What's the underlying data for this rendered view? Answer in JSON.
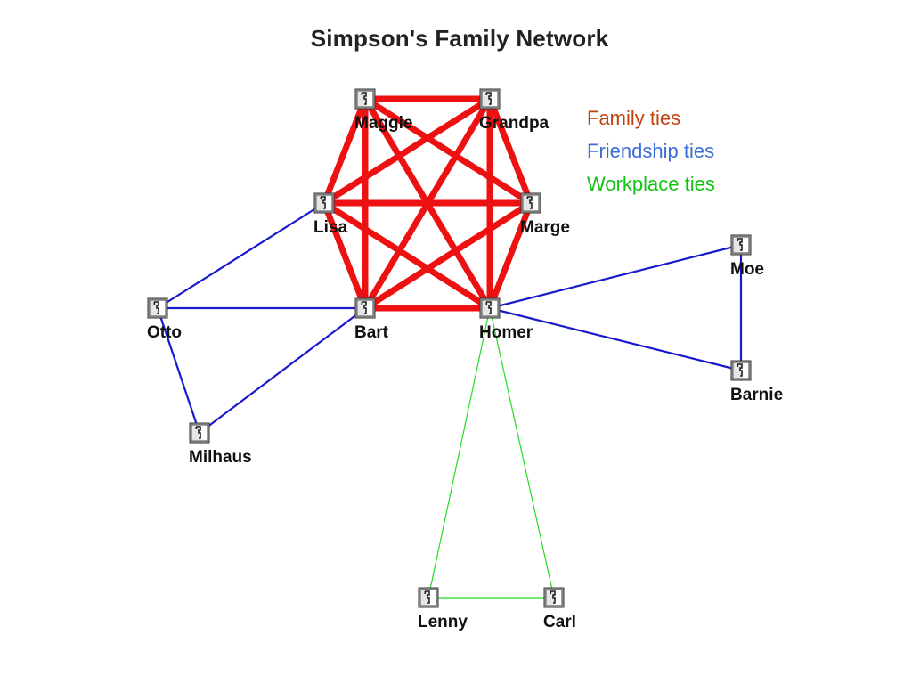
{
  "title": "Simpson's Family Network",
  "legend": [
    {
      "id": "family",
      "label": "Family ties",
      "color": "#c2410c"
    },
    {
      "id": "friend",
      "label": "Friendship ties",
      "color": "#3b6fd8"
    },
    {
      "id": "work",
      "label": "Workplace ties",
      "color": "#14c414"
    }
  ],
  "tie_colors": {
    "family": "#ee1111",
    "friend": "#1a1acc",
    "work": "#22dd22"
  },
  "nodes": [
    {
      "id": "maggie",
      "label": "Maggie"
    },
    {
      "id": "grandpa",
      "label": "Grandpa"
    },
    {
      "id": "lisa",
      "label": "Lisa"
    },
    {
      "id": "marge",
      "label": "Marge"
    },
    {
      "id": "otto",
      "label": "Otto"
    },
    {
      "id": "bart",
      "label": "Bart"
    },
    {
      "id": "homer",
      "label": "Homer"
    },
    {
      "id": "moe",
      "label": "Moe"
    },
    {
      "id": "barnie",
      "label": "Barnie"
    },
    {
      "id": "milhaus",
      "label": "Milhaus"
    },
    {
      "id": "lenny",
      "label": "Lenny"
    },
    {
      "id": "carl",
      "label": "Carl"
    }
  ],
  "edges": [
    {
      "source": "maggie",
      "target": "grandpa",
      "type": "family"
    },
    {
      "source": "maggie",
      "target": "lisa",
      "type": "family"
    },
    {
      "source": "maggie",
      "target": "marge",
      "type": "family"
    },
    {
      "source": "maggie",
      "target": "bart",
      "type": "family"
    },
    {
      "source": "maggie",
      "target": "homer",
      "type": "family"
    },
    {
      "source": "grandpa",
      "target": "lisa",
      "type": "family"
    },
    {
      "source": "grandpa",
      "target": "marge",
      "type": "family"
    },
    {
      "source": "grandpa",
      "target": "bart",
      "type": "family"
    },
    {
      "source": "grandpa",
      "target": "homer",
      "type": "family"
    },
    {
      "source": "lisa",
      "target": "marge",
      "type": "family"
    },
    {
      "source": "lisa",
      "target": "bart",
      "type": "family"
    },
    {
      "source": "lisa",
      "target": "homer",
      "type": "family"
    },
    {
      "source": "marge",
      "target": "bart",
      "type": "family"
    },
    {
      "source": "marge",
      "target": "homer",
      "type": "family"
    },
    {
      "source": "bart",
      "target": "homer",
      "type": "family"
    },
    {
      "source": "lisa",
      "target": "otto",
      "type": "friend"
    },
    {
      "source": "otto",
      "target": "bart",
      "type": "friend"
    },
    {
      "source": "otto",
      "target": "milhaus",
      "type": "friend"
    },
    {
      "source": "milhaus",
      "target": "bart",
      "type": "friend"
    },
    {
      "source": "homer",
      "target": "moe",
      "type": "friend"
    },
    {
      "source": "homer",
      "target": "barnie",
      "type": "friend"
    },
    {
      "source": "moe",
      "target": "barnie",
      "type": "friend"
    },
    {
      "source": "homer",
      "target": "lenny",
      "type": "work"
    },
    {
      "source": "homer",
      "target": "carl",
      "type": "work"
    },
    {
      "source": "lenny",
      "target": "carl",
      "type": "work"
    }
  ]
}
